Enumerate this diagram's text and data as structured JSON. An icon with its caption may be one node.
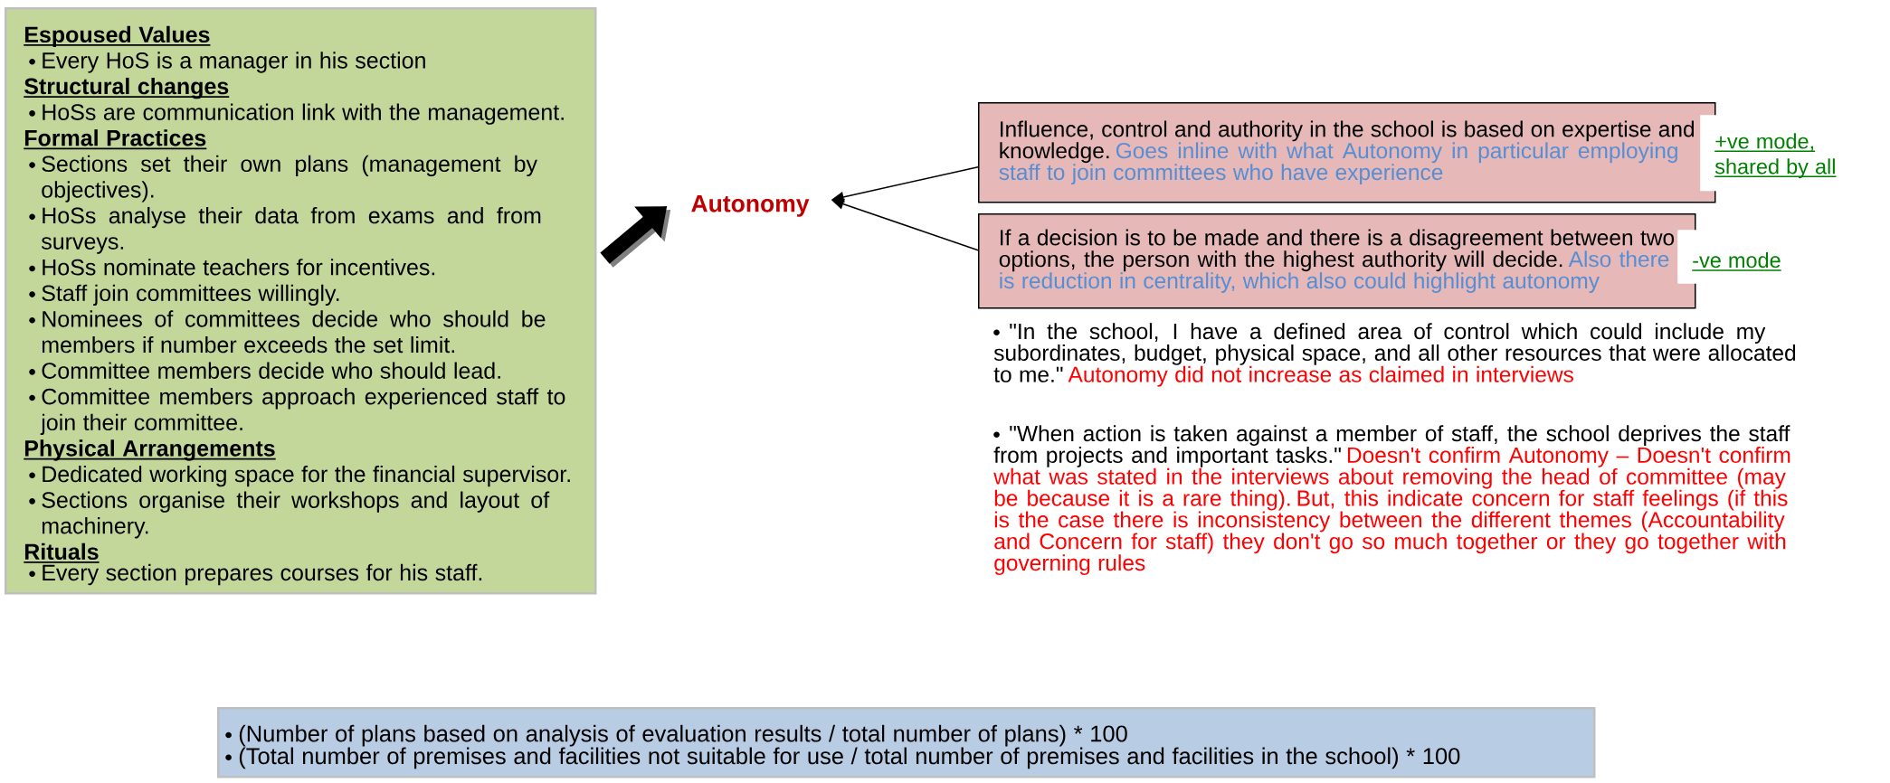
{
  "diagram": {
    "nodes": [
      {
        "text": [
          "Espoused Values",
          "Every HoS is a manager in his section",
          "Structural changes",
          "HoSs are communication link with the management.",
          "Formal Practices",
          "Sections set their own plans (management by objectives).",
          "HoSs analyse their data from exams and from surveys.",
          "HoSs nominate teachers for incentives.",
          "Staff join committees willingly.",
          "Nominees of committees decide who should be members if number exceeds the set limit.",
          "Committee members decide who should lead.",
          "Committee members approach experienced staff to join their committee.",
          "Physical Arrangements",
          "Dedicated working space for the financial supervisor.",
          "Sections organise their workshops and layout of machinery.",
          "Rituals",
          "Every section prepares courses for his staff."
        ]
      },
      {
        "text": [
          "Autonomy"
        ]
      },
      {
        "text": [
          "Influence, control and authority in the school is based on expertise and knowledge.",
          "Goes inline with what Autonomy in particular employing staff to join committees who have experience"
        ],
        "beside": [
          "+ve mode, shared by all"
        ]
      },
      {
        "text": [
          "If a decision is to be made and there is a disagreement between two options, the person with the highest authority will decide.",
          "Also there is reduction in centrality, which also could highlight autonomy"
        ],
        "beside": [
          "-ve mode"
        ]
      },
      {
        "text": [
          "(Number of plans based on analysis of evaluation results / total number of plans) * 100",
          "(Total number of premises and facilities not suitable for use / total number of premises and facilities in the school) * 100"
        ]
      }
    ],
    "edges": [
      {
        "from": 0,
        "to": 1,
        "arrow": "to",
        "style": "thick"
      },
      {
        "from": 2,
        "to": 1,
        "arrow": "to"
      },
      {
        "from": 3,
        "to": 1,
        "arrow": "to"
      }
    ],
    "labels": [
      "\"In the school, I have a defined area of control which could include my subordinates, budget, physical space, and all other resources that were allocated to me.\"",
      "Autonomy did not increase as claimed in interviews",
      "\"When action is taken against a member of staff, the school deprives the staff from projects and important tasks.\"",
      "Doesn't confirm Autonomy – Doesn't confirm what was stated in the interviews about removing the head of committee (may be because it is a rare thing). But, this indicate concern for staff feelings (if this is the case there is inconsistency between the different themes (Accountability and Concern for staff) they don't go so much together or they go together with governing rules"
    ]
  }
}
